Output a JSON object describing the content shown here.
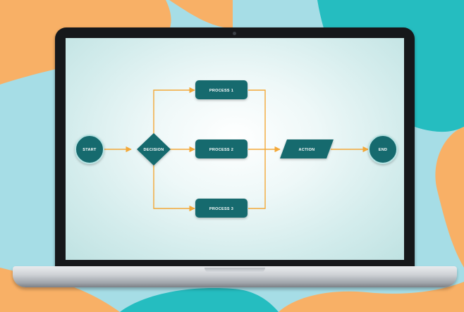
{
  "diagram": {
    "nodes": {
      "start": "START",
      "decision": "DECISION",
      "process1": "PROCESS 1",
      "process2": "PROCESS 2",
      "process3": "PROCESS 3",
      "action": "ACTION",
      "end": "END"
    }
  },
  "colors": {
    "node_fill": "#126b6e",
    "connector": "#f3a838",
    "background_orange": "#f8b066",
    "background_teal": "#25bdc0",
    "background_light_blue": "#a6dde6"
  }
}
